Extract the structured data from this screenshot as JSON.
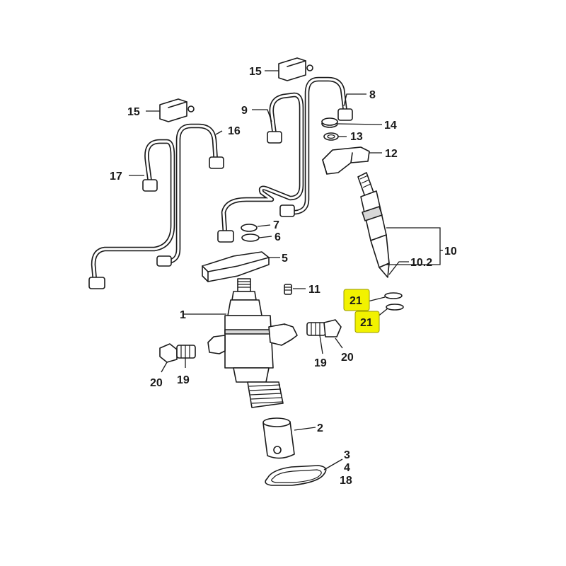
{
  "colors": {
    "line": "#1a1a1a",
    "highlight": "#f2f200"
  },
  "callouts": {
    "c1": "1",
    "c2": "2",
    "c3": "3",
    "c4": "4",
    "c5": "5",
    "c6": "6",
    "c7": "7",
    "c8": "8",
    "c9": "9",
    "c10": "10",
    "c10_2": "10.2",
    "c11": "11",
    "c12": "12",
    "c13": "13",
    "c14": "14",
    "c15_top": "15",
    "c15_left": "15",
    "c16": "16",
    "c17": "17",
    "c18": "18",
    "c19_left": "19",
    "c19_right": "19",
    "c20_left": "20",
    "c20_right": "20",
    "c21_upper": "21",
    "c21_lower": "21"
  },
  "highlighted_callouts": [
    "c21_upper",
    "c21_lower"
  ]
}
